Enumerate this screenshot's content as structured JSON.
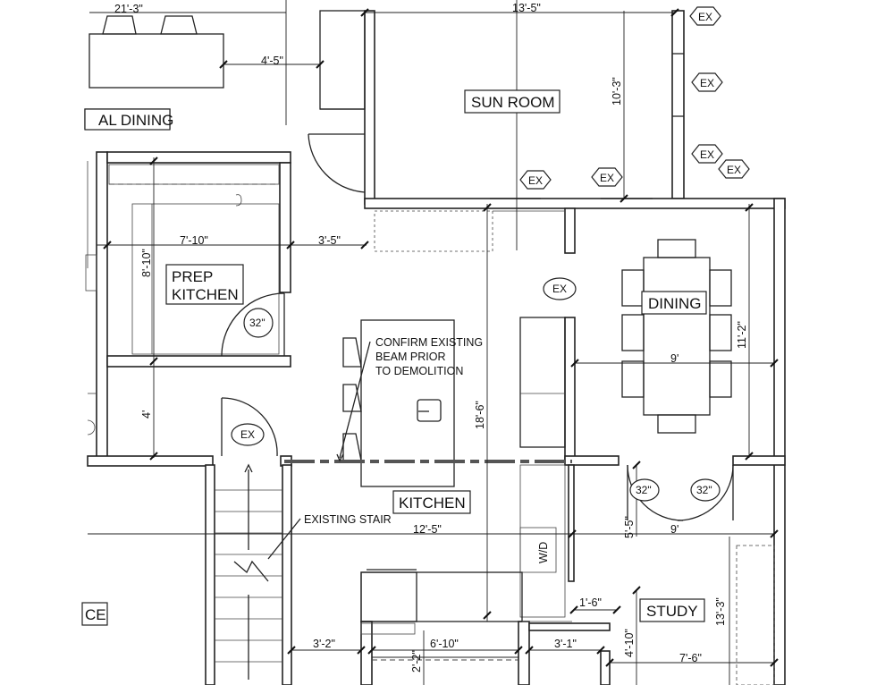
{
  "rooms": {
    "formal_dining": "AL DINING",
    "sun_room": "SUN ROOM",
    "prep_kitchen_1": "PREP",
    "prep_kitchen_2": "KITCHEN",
    "dining": "DINING",
    "kitchen": "KITCHEN",
    "study": "STUDY",
    "edge_room": "CE"
  },
  "dimensions": {
    "d_21_3": "21'-3\"",
    "d_13_5": "13'-5\"",
    "d_4_5": "4'-5\"",
    "d_10_3": "10'-3\"",
    "d_7_10": "7'-10\"",
    "d_3_5": "3'-5\"",
    "d_8_10": "8'-10\"",
    "d_4": "4'",
    "d_11_2": "11'-2\"",
    "d_9_dining": "9'",
    "d_18_6": "18'-6\"",
    "d_12_5": "12'-5\"",
    "d_9_study": "9'",
    "d_5_5": "5'-5\"",
    "d_1_6": "1'-6\"",
    "d_13_3": "13'-3\"",
    "d_4_10": "4'-10\"",
    "d_7_6": "7'-6\"",
    "d_3_2": "3'-2\"",
    "d_6_10": "6'-10\"",
    "d_3_1": "3'-1\"",
    "d_2_2": "2'-2\""
  },
  "doors": {
    "prep_door": "32\"",
    "dining_door_left": "32\"",
    "dining_door_right": "32\""
  },
  "tags": {
    "ex": "EX"
  },
  "notes": {
    "beam_1": "CONFIRM EXISTING",
    "beam_2": "BEAM PRIOR",
    "beam_3": "TO DEMOLITION",
    "stair": "EXISTING STAIR"
  },
  "appliance": {
    "washer_dryer": "W/D"
  }
}
